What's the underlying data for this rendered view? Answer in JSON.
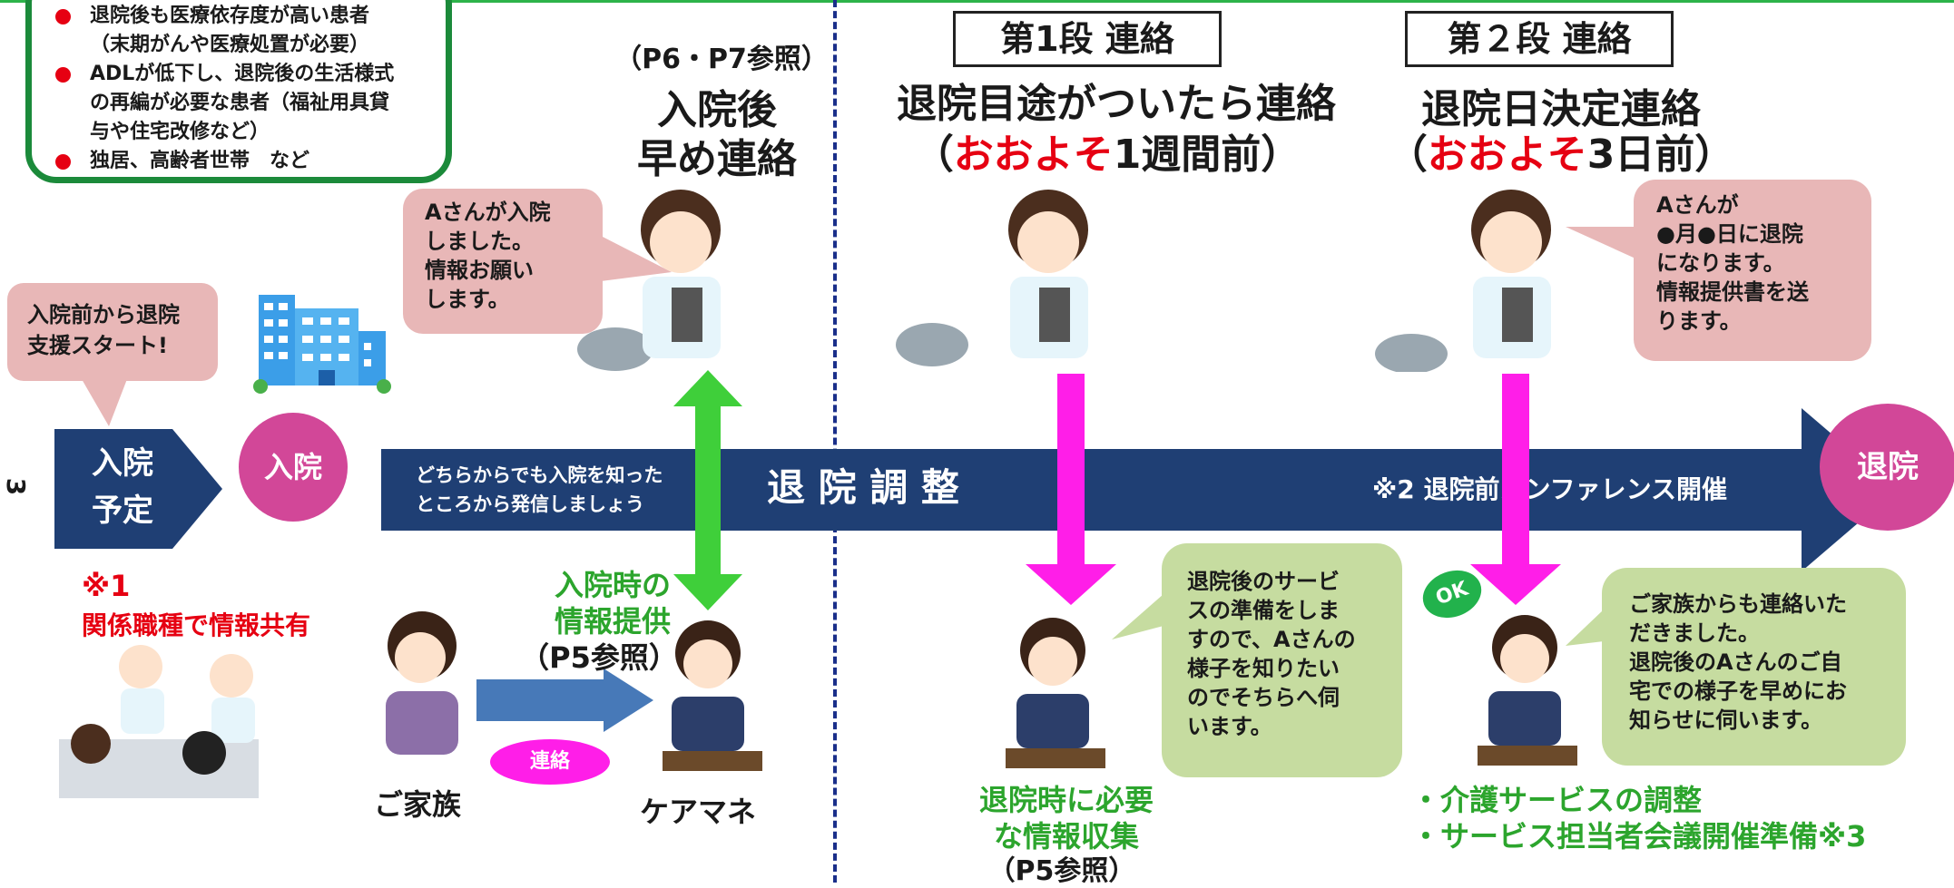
{
  "criteria": [
    {
      "text": "退院後も医療依存度が高い患者",
      "sub": [
        "（末期がんや医療処置が必要）"
      ]
    },
    {
      "text": "ADLが低下し、退院後の生活様式",
      "sub": [
        "の再編が必要な患者（福祉用具貸",
        "与や住宅改修など）"
      ]
    },
    {
      "text": "独居、高齢者世帯　など",
      "sub": []
    }
  ],
  "page_marker": "3",
  "ref_p6p7": "（P6・P7参照）",
  "early_contact": [
    "入院後",
    "早め連絡"
  ],
  "stage1": {
    "label": "第1段 連絡",
    "title": "退院目途がついたら連絡",
    "paren_open": "（",
    "approx": "おおよそ",
    "when": "1週間前）"
  },
  "stage2": {
    "label": "第２段 連絡",
    "title": "退院日決定連絡",
    "paren_open": "（",
    "approx": "おおよそ",
    "when": "3日前）"
  },
  "bubble_start": [
    "入院前から退院",
    "支援スタート!"
  ],
  "bubble_admission": [
    "Aさんが入院",
    "しました。",
    "情報お願い",
    "します。"
  ],
  "bubble_discharge_date": [
    "Aさんが",
    "●月●日に退院",
    "になります。",
    "情報提供書を送",
    "ります。"
  ],
  "flow": {
    "pre_admission": [
      "入院",
      "予定"
    ],
    "admission": "入院",
    "discharge": "退院",
    "band_note": [
      "どちらからでも入院を知った",
      "ところから発信しましょう"
    ],
    "band_title": "退 院 調 整",
    "conference": "※2 退院前カンファレンス開催"
  },
  "note1": {
    "mark": "※1",
    "text": "関係職種で情報共有"
  },
  "admission_info": [
    "入院時の",
    "情報提供"
  ],
  "ref_p5_a": "（P5参照）",
  "family": "ご家族",
  "contact_badge": "連絡",
  "care_manager": "ケアマネ",
  "bubble_cm1": [
    "退院後のサービ",
    "スの準備をしま",
    "すので、Aさんの",
    "様子を知りたい",
    "のでそちらへ伺",
    "います。"
  ],
  "bubble_cm2": [
    "ご家族からも連絡いた",
    "だきました。",
    "退院後のAさんのご自",
    "宅での様子を早めにお",
    "知らせに伺います。"
  ],
  "ok_badge": "OK",
  "info_collection": [
    "退院時に必要",
    "な情報収集"
  ],
  "ref_p5_b": "（P5参照）",
  "tasks": [
    "・介護サービスの調整",
    "・サービス担当者会議開催準備※3"
  ],
  "colors": {
    "band": "#1f3f74",
    "circle": "#d24798",
    "green_arrow": "#3fcf3a",
    "magenta_arrow": "#ff1ee8",
    "red": "#e60012"
  }
}
